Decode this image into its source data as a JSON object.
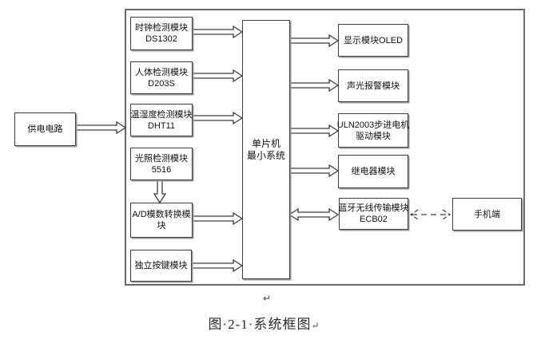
{
  "colors": {
    "box_border": "#3f3f3f",
    "box_shadow": "#9a9a9a",
    "boundary_border": "#696969",
    "connector_stroke": "#3d3d3d",
    "text": "#111111"
  },
  "diagram": {
    "power_box": {
      "line1": "供电电路"
    },
    "left_modules": [
      {
        "line1": "时钟检测模块",
        "line2": "DS1302"
      },
      {
        "line1": "人体检测模块",
        "line2": "D203S"
      },
      {
        "line1": "温湿度检测模块",
        "line2": "DHT11"
      },
      {
        "line1": "光照检测模块",
        "line2": "5516"
      },
      {
        "line1": "A/D模数转换模",
        "line2": "块"
      },
      {
        "line1": "独立按键模块",
        "line2": ""
      }
    ],
    "mcu_box": {
      "line1": "单片机",
      "line2": "最小系统"
    },
    "right_modules": [
      {
        "line1": "显示模块OLED",
        "line2": ""
      },
      {
        "line1": "声光报警模块",
        "line2": ""
      },
      {
        "line1": "ULN2003步进电机",
        "line2": "驱动模块"
      },
      {
        "line1": "继电器模块",
        "line2": ""
      },
      {
        "line1": "蓝牙无线传输模块",
        "line2": "ECB02"
      }
    ],
    "phone_box": {
      "line1": "手机端"
    },
    "caption": "图·2-1·系统框图",
    "paragraph_mark": "↵"
  }
}
